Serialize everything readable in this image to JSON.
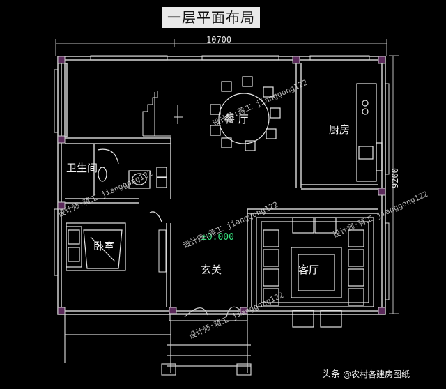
{
  "title": "一层平面布局",
  "dimensions": {
    "width": "10700",
    "depth": "9200"
  },
  "rooms": {
    "dining": "餐 厅",
    "kitchen": "厨房",
    "bathroom": "卫生间",
    "bedroom": "卧室",
    "foyer": "玄关",
    "living": "客厅"
  },
  "elevation": "±0.000",
  "watermark": "设计师:蒋工 jianggong122",
  "credit": {
    "prefix": "头条",
    "handle": "@农村各建房图纸"
  },
  "colors": {
    "background": "#000000",
    "wall": "#cfcfcf",
    "wall_fill": "#5b2a5b",
    "window": "#e0e0e0",
    "stair": "#e0e0e0",
    "furniture": "#e6e6e6",
    "elevation": "#35e07c"
  }
}
